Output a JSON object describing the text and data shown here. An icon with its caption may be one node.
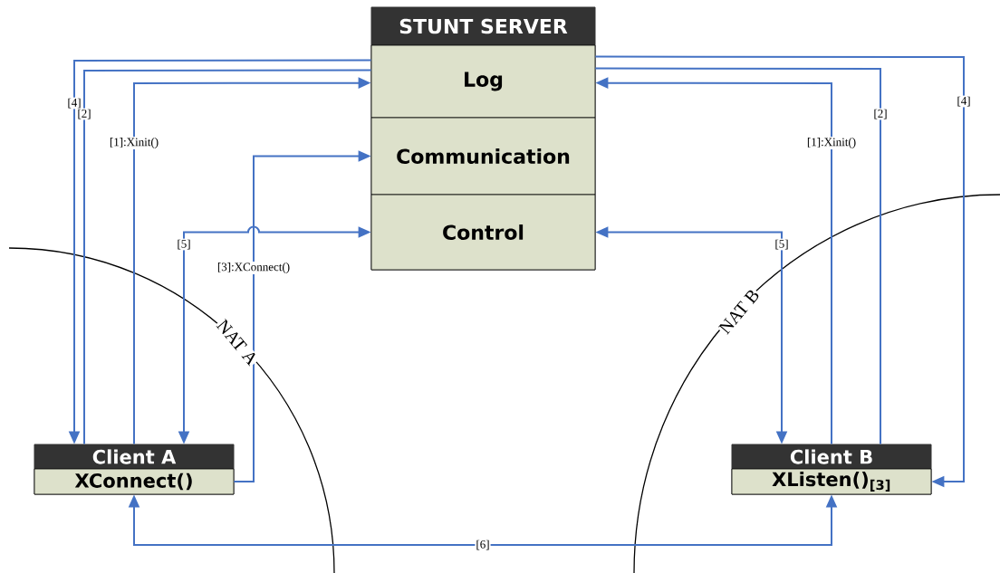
{
  "diagram": {
    "nodes": [
      {
        "text": [
          "STUNT SERVER"
        ]
      },
      {
        "text": [
          "Log"
        ],
        "in": 0
      },
      {
        "text": [
          "Communication"
        ],
        "in": 0
      },
      {
        "text": [
          "Control"
        ],
        "in": 0
      },
      {
        "text": [
          "Client A"
        ]
      },
      {
        "text": [
          "XConnect()"
        ],
        "in": 4
      },
      {
        "text": [
          "Client B"
        ]
      },
      {
        "text": [
          "XListen()$_{[3]}$"
        ],
        "in": 6
      }
    ],
    "edges": [
      {
        "from": 1,
        "to": 4,
        "arrow": "to",
        "label": "[4]"
      },
      {
        "from": 1,
        "to": 4,
        "arrow": "none",
        "label": "[2]"
      },
      {
        "from": 4,
        "to": 1,
        "arrow": "to",
        "label": "[1]:Xinit()"
      },
      {
        "from": 5,
        "to": 2,
        "arrow": "to",
        "label": "[3]:XConnect()"
      },
      {
        "from": 3,
        "to": 4,
        "arrow": "both",
        "label": "[5]"
      },
      {
        "from": 6,
        "to": 1,
        "arrow": "to",
        "label": "[1]:Xinit()"
      },
      {
        "from": 1,
        "to": 6,
        "arrow": "none",
        "label": "[2]"
      },
      {
        "from": 1,
        "to": 7,
        "arrow": "to",
        "label": "[4]"
      },
      {
        "from": 3,
        "to": 6,
        "arrow": "both",
        "label": "[5]"
      },
      {
        "from": 5,
        "to": 7,
        "arrow": "both",
        "label": "[6]"
      }
    ],
    "labels": [
      "NAT A",
      "NAT B"
    ]
  }
}
